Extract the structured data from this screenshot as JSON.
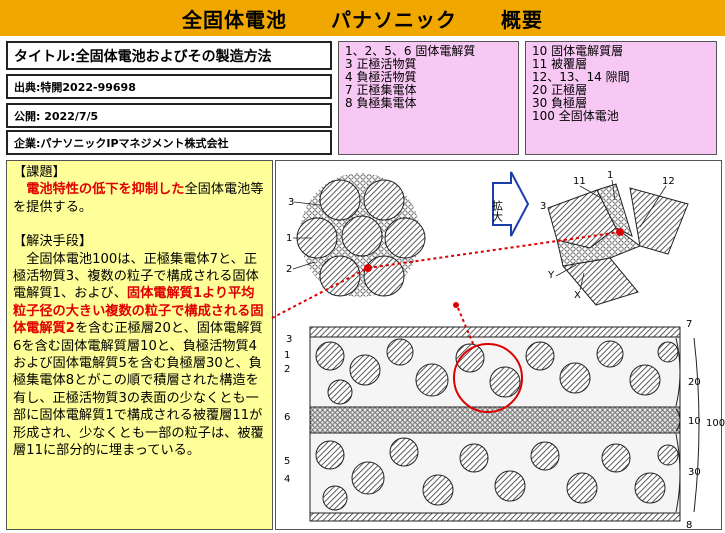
{
  "header": {
    "title_main": "全固体電池",
    "title_company": "パナソニック",
    "title_suffix": "概要"
  },
  "info": {
    "title": "タイトル:全固体電池およびその製造方法",
    "source": "出典:特開2022-99698",
    "published": "公開: 2022/7/5",
    "company": "企業:パナソニックIPマネジメント株式会社"
  },
  "legend_left": [
    "1、2、5、6 固体電解質",
    "3 正極活物質",
    "4 負極活物質",
    "7 正極集電体",
    "8 負極集電体"
  ],
  "legend_right": [
    "10 固体電解質層",
    "11 被覆層",
    "12、13、14 隙間",
    "20 正極層",
    "30 負極層",
    "100 全固体電池"
  ],
  "text": {
    "problem_head": "【課題】",
    "problem_red": "電池特性の低下を抑制した",
    "problem_rest": "全固体電池等を提供する。",
    "solution_head": "【解決手段】",
    "solution_1": "全固体電池100は、正極集電体7と、正極活物質3、複数の粒子で構成される固体電解質1、および、",
    "solution_red": "固体電解質1より平均粒子径の大きい複数の粒子で構成される固体電解質2",
    "solution_2": "を含む正極層20と、固体電解質6を含む固体電解質層10と、負極活物質4および固体電解質5を含む負極層30と、負極集電体8とがこの順で積層された構造を有し、正極活物質3の表面の少なくとも一部に固体電解質1で構成される被覆層11が形成され、少なくとも一部の粒子は、被覆層11に部分的に埋まっている。"
  },
  "figure": {
    "expand_label": "拡大",
    "top_left_labels": [
      "3",
      "1",
      "2"
    ],
    "top_right_labels": [
      "11",
      "1",
      "12",
      "3",
      "Y",
      "X"
    ],
    "bottom_left_labels": [
      "3",
      "1",
      "2",
      "6",
      "5",
      "4"
    ],
    "bottom_right_labels": [
      "7",
      "20",
      "10",
      "100",
      "30",
      "8"
    ]
  }
}
